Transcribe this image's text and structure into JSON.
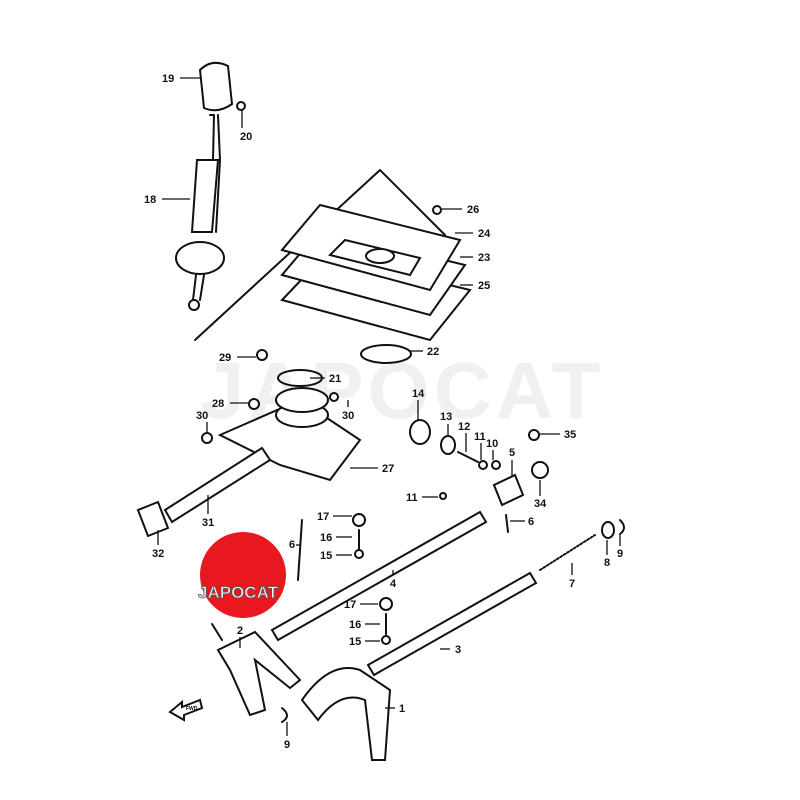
{
  "watermark": "JAPOCAT",
  "logo_text": "JAPOCAT",
  "fwd_label": "FWD",
  "colors": {
    "logo_red": "#e8191e",
    "line": "#111111"
  },
  "callouts": [
    "19",
    "20",
    "18",
    "26",
    "24",
    "23",
    "25",
    "22",
    "29",
    "21",
    "28",
    "30",
    "30",
    "14",
    "13",
    "12",
    "11",
    "10",
    "35",
    "5",
    "27",
    "11",
    "34",
    "31",
    "32",
    "17",
    "16",
    "15",
    "6",
    "6",
    "4",
    "7",
    "8",
    "9",
    "17",
    "16",
    "15",
    "2",
    "3",
    "1",
    "9"
  ]
}
